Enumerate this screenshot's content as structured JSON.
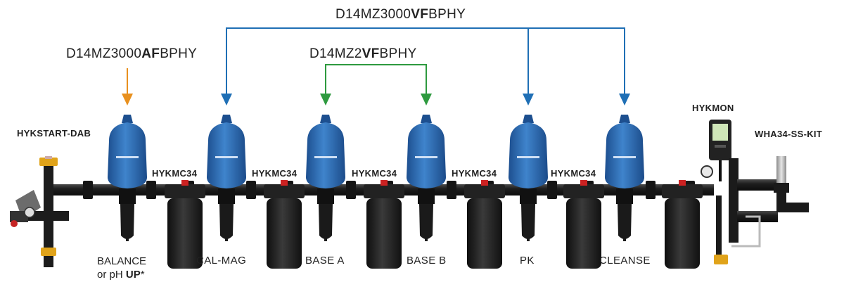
{
  "models": {
    "vf_long_pre": "D14MZ3000",
    "vf_long_bold": "VF",
    "vf_long_post": "BPHY",
    "af_pre": "D14MZ3000",
    "af_bold": "AF",
    "af_post": "BPHY",
    "vf_short_pre": "D14MZ2",
    "vf_short_bold": "VF",
    "vf_short_post": "BPHY"
  },
  "components": {
    "start": "HYKSTART-DAB",
    "monitor": "HYKMON",
    "kit": "WHA34-SS-KIT",
    "filter": "HYKMC34"
  },
  "injectors": [
    {
      "label": "BALANCE",
      "label2_pre": "or pH ",
      "label2_bold": "UP",
      "label2_post": "*"
    },
    {
      "label": "CAL-MAG"
    },
    {
      "label": "BASE A"
    },
    {
      "label": "BASE B"
    },
    {
      "label": "PK"
    },
    {
      "label": "CLEANSE"
    }
  ],
  "colors": {
    "blue_line": "#1f6fb5",
    "green_line": "#2e9a3f",
    "orange_line": "#e8901e",
    "injector_blue": "#2e6db3"
  }
}
